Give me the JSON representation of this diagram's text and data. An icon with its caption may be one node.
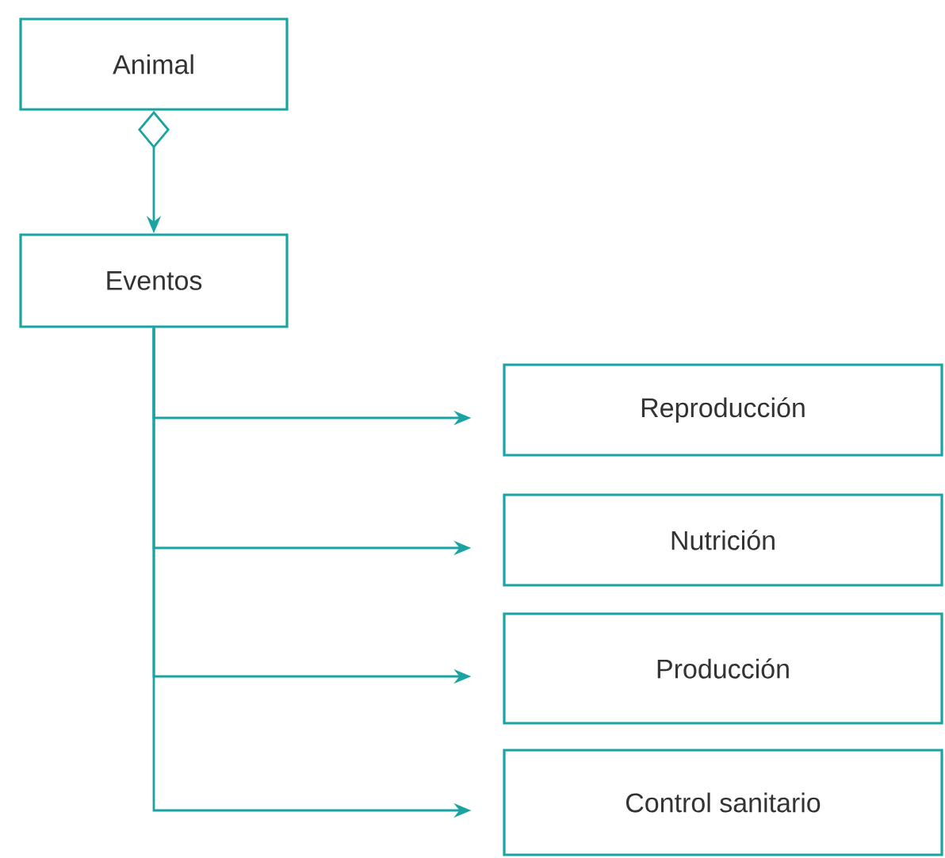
{
  "diagram": {
    "nodes": [
      {
        "text": [
          "Animal"
        ]
      },
      {
        "text": [
          "Eventos"
        ]
      },
      {
        "text": [
          "Reproducción"
        ]
      },
      {
        "text": [
          "Nutrición"
        ]
      },
      {
        "text": [
          "Producción"
        ]
      },
      {
        "text": [
          "Control sanitario"
        ]
      }
    ],
    "edges": [
      {
        "from": 0,
        "to": 1,
        "arrow": "to"
      },
      {
        "from": 1,
        "to": 2,
        "arrow": "to"
      },
      {
        "from": 1,
        "to": 3,
        "arrow": "to"
      },
      {
        "from": 1,
        "to": 4,
        "arrow": "to"
      },
      {
        "from": 1,
        "to": 5,
        "arrow": "to"
      }
    ]
  }
}
